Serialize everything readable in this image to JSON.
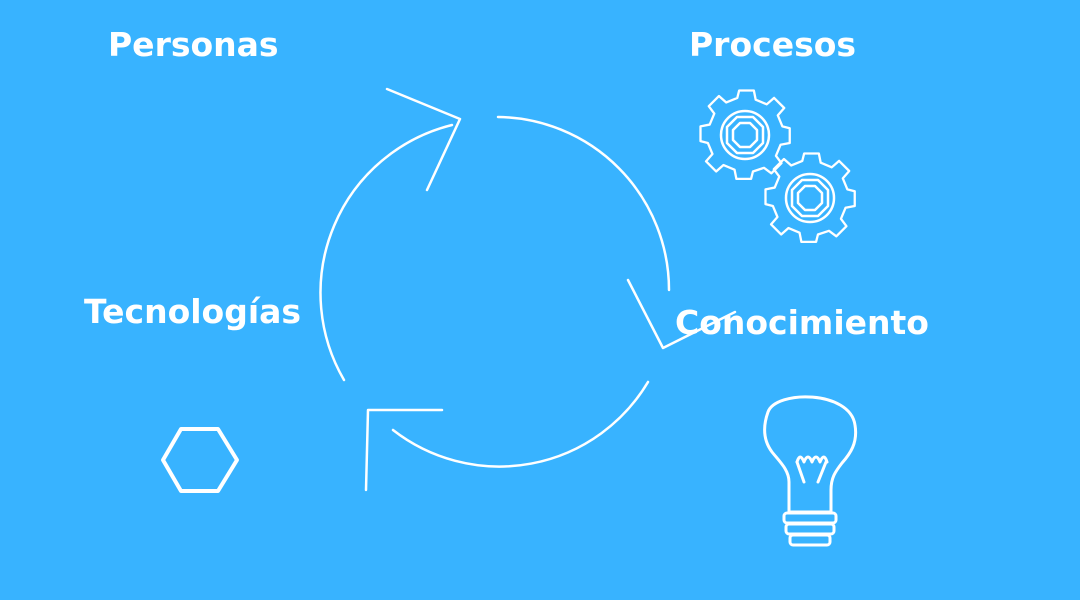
{
  "labels": {
    "personas": "Personas",
    "procesos": "Procesos",
    "tecnologias": "Tecnologías",
    "conocimiento": "Conocimiento"
  },
  "colors": {
    "background": "#38b3ff",
    "foreground": "#ffffff"
  },
  "icons": {
    "cycle": "cycle-arrows-icon",
    "procesos": "gears-icon",
    "tecnologias": "hexagon-icon",
    "conocimiento": "lightbulb-icon"
  }
}
